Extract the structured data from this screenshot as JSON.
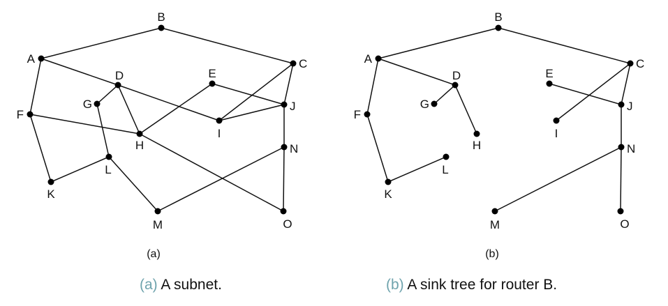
{
  "figure": {
    "panels": [
      {
        "id": "a",
        "sublabel": "(a)",
        "caption_prefix": "(a)",
        "caption_text": "A subnet.",
        "nodes": [
          "A",
          "B",
          "C",
          "D",
          "E",
          "F",
          "G",
          "H",
          "I",
          "J",
          "K",
          "L",
          "M",
          "N",
          "O"
        ],
        "edges": [
          [
            "A",
            "B"
          ],
          [
            "B",
            "C"
          ],
          [
            "A",
            "F"
          ],
          [
            "A",
            "D"
          ],
          [
            "D",
            "I"
          ],
          [
            "D",
            "G"
          ],
          [
            "D",
            "H"
          ],
          [
            "F",
            "H"
          ],
          [
            "F",
            "K"
          ],
          [
            "G",
            "L"
          ],
          [
            "K",
            "L"
          ],
          [
            "L",
            "M"
          ],
          [
            "H",
            "E"
          ],
          [
            "H",
            "O"
          ],
          [
            "E",
            "J"
          ],
          [
            "I",
            "J"
          ],
          [
            "I",
            "C"
          ],
          [
            "C",
            "J"
          ],
          [
            "J",
            "N"
          ],
          [
            "N",
            "O"
          ],
          [
            "N",
            "M"
          ]
        ]
      },
      {
        "id": "b",
        "sublabel": "(b)",
        "caption_prefix": "(b)",
        "caption_text": "A sink tree for router B.",
        "nodes": [
          "A",
          "B",
          "C",
          "D",
          "E",
          "F",
          "G",
          "H",
          "I",
          "J",
          "K",
          "L",
          "M",
          "N",
          "O"
        ],
        "edges": [
          [
            "A",
            "B"
          ],
          [
            "B",
            "C"
          ],
          [
            "A",
            "F"
          ],
          [
            "F",
            "K"
          ],
          [
            "K",
            "L"
          ],
          [
            "A",
            "D"
          ],
          [
            "D",
            "G"
          ],
          [
            "D",
            "H"
          ],
          [
            "C",
            "I"
          ],
          [
            "C",
            "J"
          ],
          [
            "E",
            "J"
          ],
          [
            "J",
            "N"
          ],
          [
            "N",
            "M"
          ],
          [
            "N",
            "O"
          ]
        ]
      }
    ],
    "colors": {
      "caption_prefix": "#6fa3ad",
      "ink": "#111111"
    }
  }
}
